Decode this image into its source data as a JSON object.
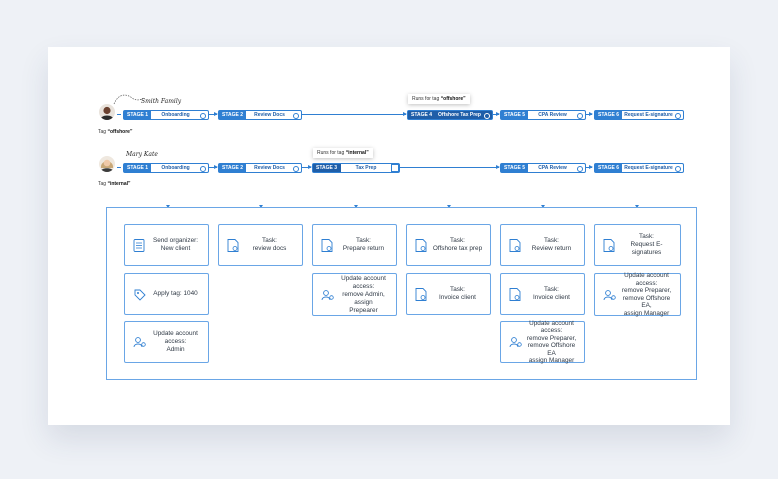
{
  "workflows": [
    {
      "signature": "Smith Family",
      "tag_label": "Tag",
      "tag_value": "“offshore”",
      "stages": [
        {
          "num": "STAGE 1",
          "name": "Onboarding"
        },
        {
          "num": "STAGE 2",
          "name": "Review Docs"
        },
        {
          "num": "STAGE 4",
          "name": "Offshore Tax Prep"
        },
        {
          "num": "STAGE 5",
          "name": "CPA Review"
        },
        {
          "num": "STAGE 6",
          "name": "Request E-signature"
        }
      ],
      "flow_tip": {
        "prefix": "Runs for tag",
        "tag": "“offshore”"
      }
    },
    {
      "signature": "Mary Kate",
      "tag_label": "Tag",
      "tag_value": "“internal”",
      "stages": [
        {
          "num": "STAGE 1",
          "name": "Onboarding"
        },
        {
          "num": "STAGE 2",
          "name": "Review Docs"
        },
        {
          "num": "STAGE 3",
          "name": "Tax Prep"
        },
        {
          "num": "STAGE 5",
          "name": "CPA Review"
        },
        {
          "num": "STAGE 6",
          "name": "Request E-signature"
        }
      ],
      "flow_tip": {
        "prefix": "Runs for tag",
        "tag": "“internal”"
      }
    }
  ],
  "tasks": [
    {
      "icon": "document-list-icon",
      "text": "Send organizer:\nNew client"
    },
    {
      "icon": "tag-icon",
      "text": "Apply tag: 1040"
    },
    {
      "icon": "user-access-icon",
      "text": "Update account access:\nAdmin"
    },
    {
      "icon": "document-task-icon",
      "text": "Task:\nreview docs"
    },
    {
      "icon": "document-task-icon",
      "text": "Task:\nPrepare return"
    },
    {
      "icon": "user-access-icon",
      "text": "Update account access:\nremove Admin, assign\nPrepearer"
    },
    {
      "icon": "document-task-icon",
      "text": "Task:\nOffshore tax prep"
    },
    {
      "icon": "document-task-icon",
      "text": "Task:\nInvoice client"
    },
    {
      "icon": "document-task-icon",
      "text": "Task:\nReview return"
    },
    {
      "icon": "document-task-icon",
      "text": "Task:\nInvoice client"
    },
    {
      "icon": "user-access-icon",
      "text": "Update account access:\nremove Preparer,\nremove Offshore EA\nassign Manager"
    },
    {
      "icon": "document-task-icon",
      "text": "Task:\nRequest E-signatures"
    },
    {
      "icon": "user-access-icon",
      "text": "Update account access:\nremove Preparer,\nremove Offshore EA,\nassign Manager"
    }
  ],
  "colors": {
    "primary": "#2f7fd2",
    "dark": "#1f5ea8",
    "border": "#6aa6e6",
    "background": "#eef1f6"
  }
}
